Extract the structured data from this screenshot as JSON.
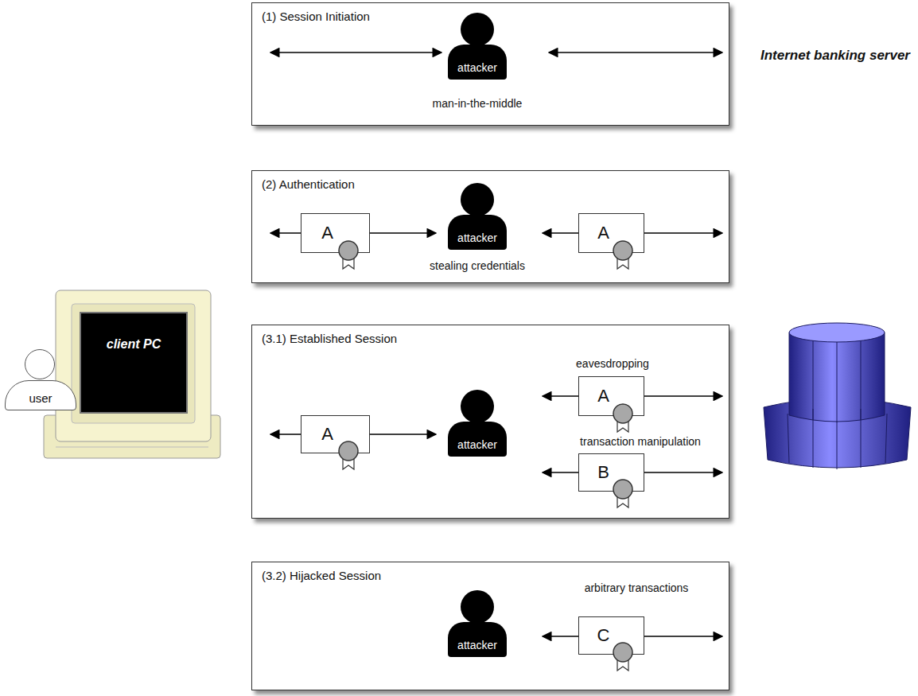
{
  "diagram": {
    "nodes": [
      {
        "text": [
          "(1) Session Initiation"
        ]
      },
      {
        "text": [
          "attacker"
        ],
        "in": 0
      },
      {
        "text": [
          "(2) Authentication"
        ]
      },
      {
        "text": [
          "A"
        ],
        "in": 2
      },
      {
        "text": [
          "attacker"
        ],
        "in": 2
      },
      {
        "text": [
          "A"
        ],
        "in": 2
      },
      {
        "text": [
          "(3.1) Established Session"
        ]
      },
      {
        "text": [
          "A"
        ],
        "in": 6
      },
      {
        "text": [
          "attacker"
        ],
        "in": 6
      },
      {
        "text": [
          "A"
        ],
        "in": 6
      },
      {
        "text": [
          "B"
        ],
        "in": 6
      },
      {
        "text": [
          "(3.2) Hijacked Session"
        ]
      },
      {
        "text": [
          "attacker"
        ],
        "in": 11
      },
      {
        "text": [
          "C"
        ],
        "in": 11
      },
      {
        "text": [
          "client PC"
        ]
      },
      {
        "text": [
          "user"
        ]
      },
      {
        "text": [
          "Internet banking server"
        ]
      }
    ],
    "labels": [
      "man-in-the-middle",
      "stealing credentials",
      "eavesdropping",
      "transaction manipulation",
      "arbitrary transactions"
    ]
  }
}
